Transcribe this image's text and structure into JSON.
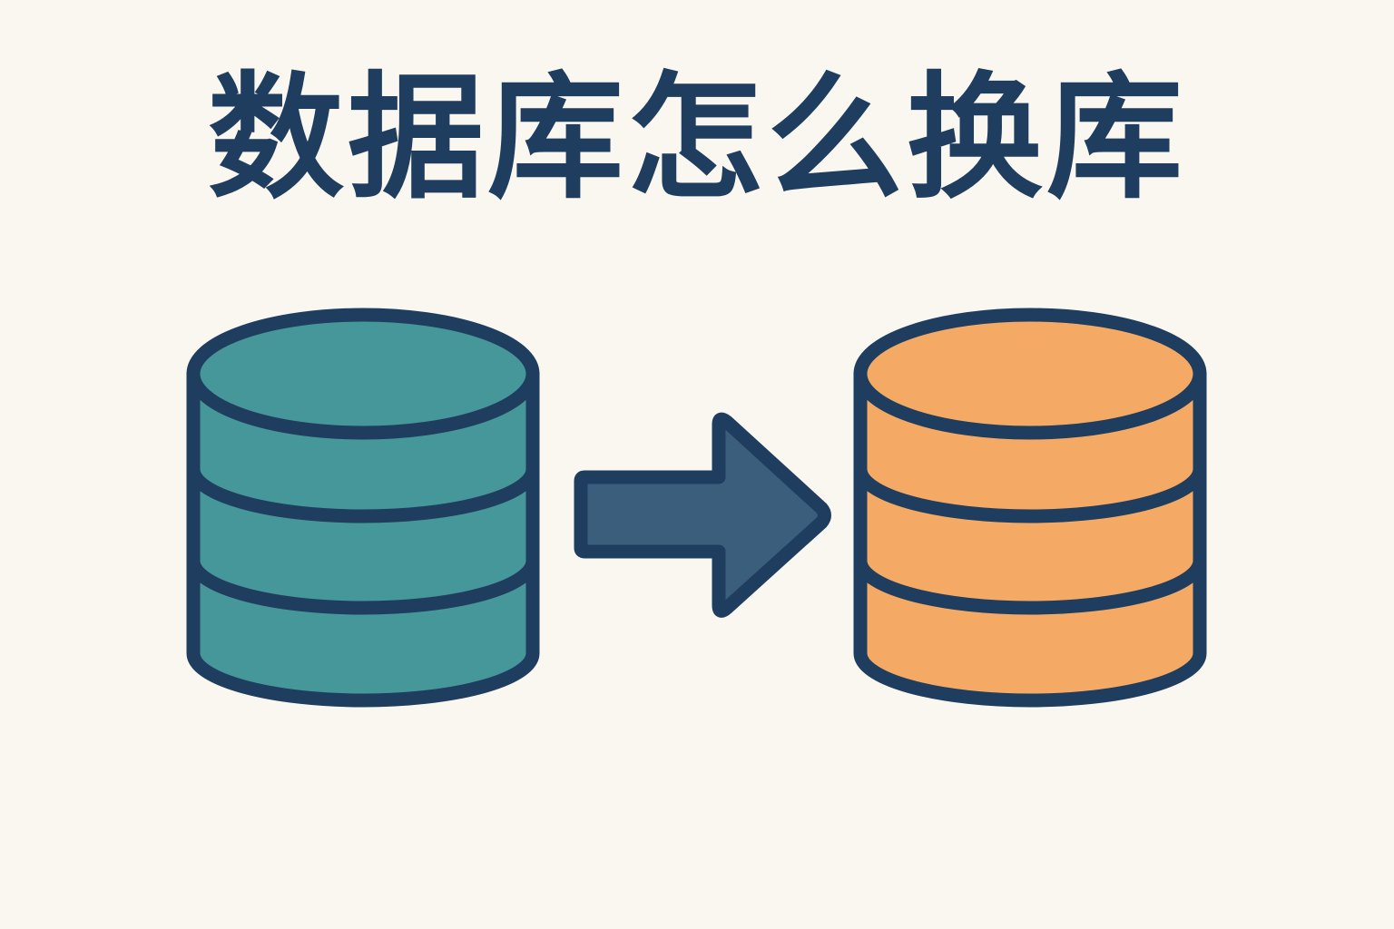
{
  "title": "数据库怎么换库",
  "colors": {
    "background": "#FAF7F1",
    "outline": "#1F3D5E",
    "source_database_fill": "#46979A",
    "target_database_fill": "#F4AA64",
    "arrow_fill": "#3C5E7D"
  },
  "source_database": {
    "icon": "database-icon",
    "layers": 3
  },
  "arrow": {
    "icon": "arrow-right-icon"
  },
  "target_database": {
    "icon": "database-icon",
    "layers": 3
  }
}
